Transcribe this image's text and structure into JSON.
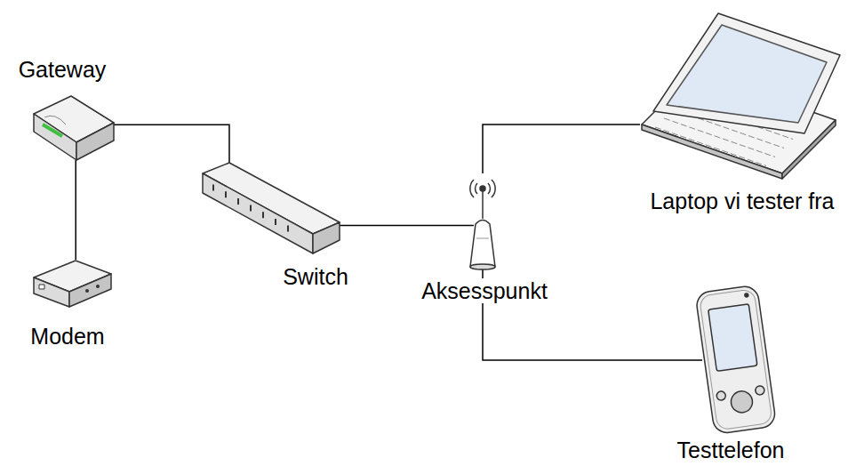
{
  "diagram": {
    "nodes": [
      {
        "text": [
          "Gateway"
        ]
      },
      {
        "text": [
          "Modem"
        ]
      },
      {
        "text": [
          "Switch"
        ]
      },
      {
        "text": [
          "Aksesspunkt"
        ]
      },
      {
        "text": [
          "Laptop vi tester fra"
        ]
      },
      {
        "text": [
          "Testtelefon"
        ]
      }
    ],
    "edges": [
      {
        "from": 0,
        "to": 1,
        "arrow": "none"
      },
      {
        "from": 0,
        "to": 2,
        "arrow": "none"
      },
      {
        "from": 2,
        "to": 3,
        "arrow": "none"
      },
      {
        "from": 3,
        "to": 4,
        "arrow": "none"
      },
      {
        "from": 3,
        "to": 5,
        "arrow": "none"
      }
    ]
  }
}
